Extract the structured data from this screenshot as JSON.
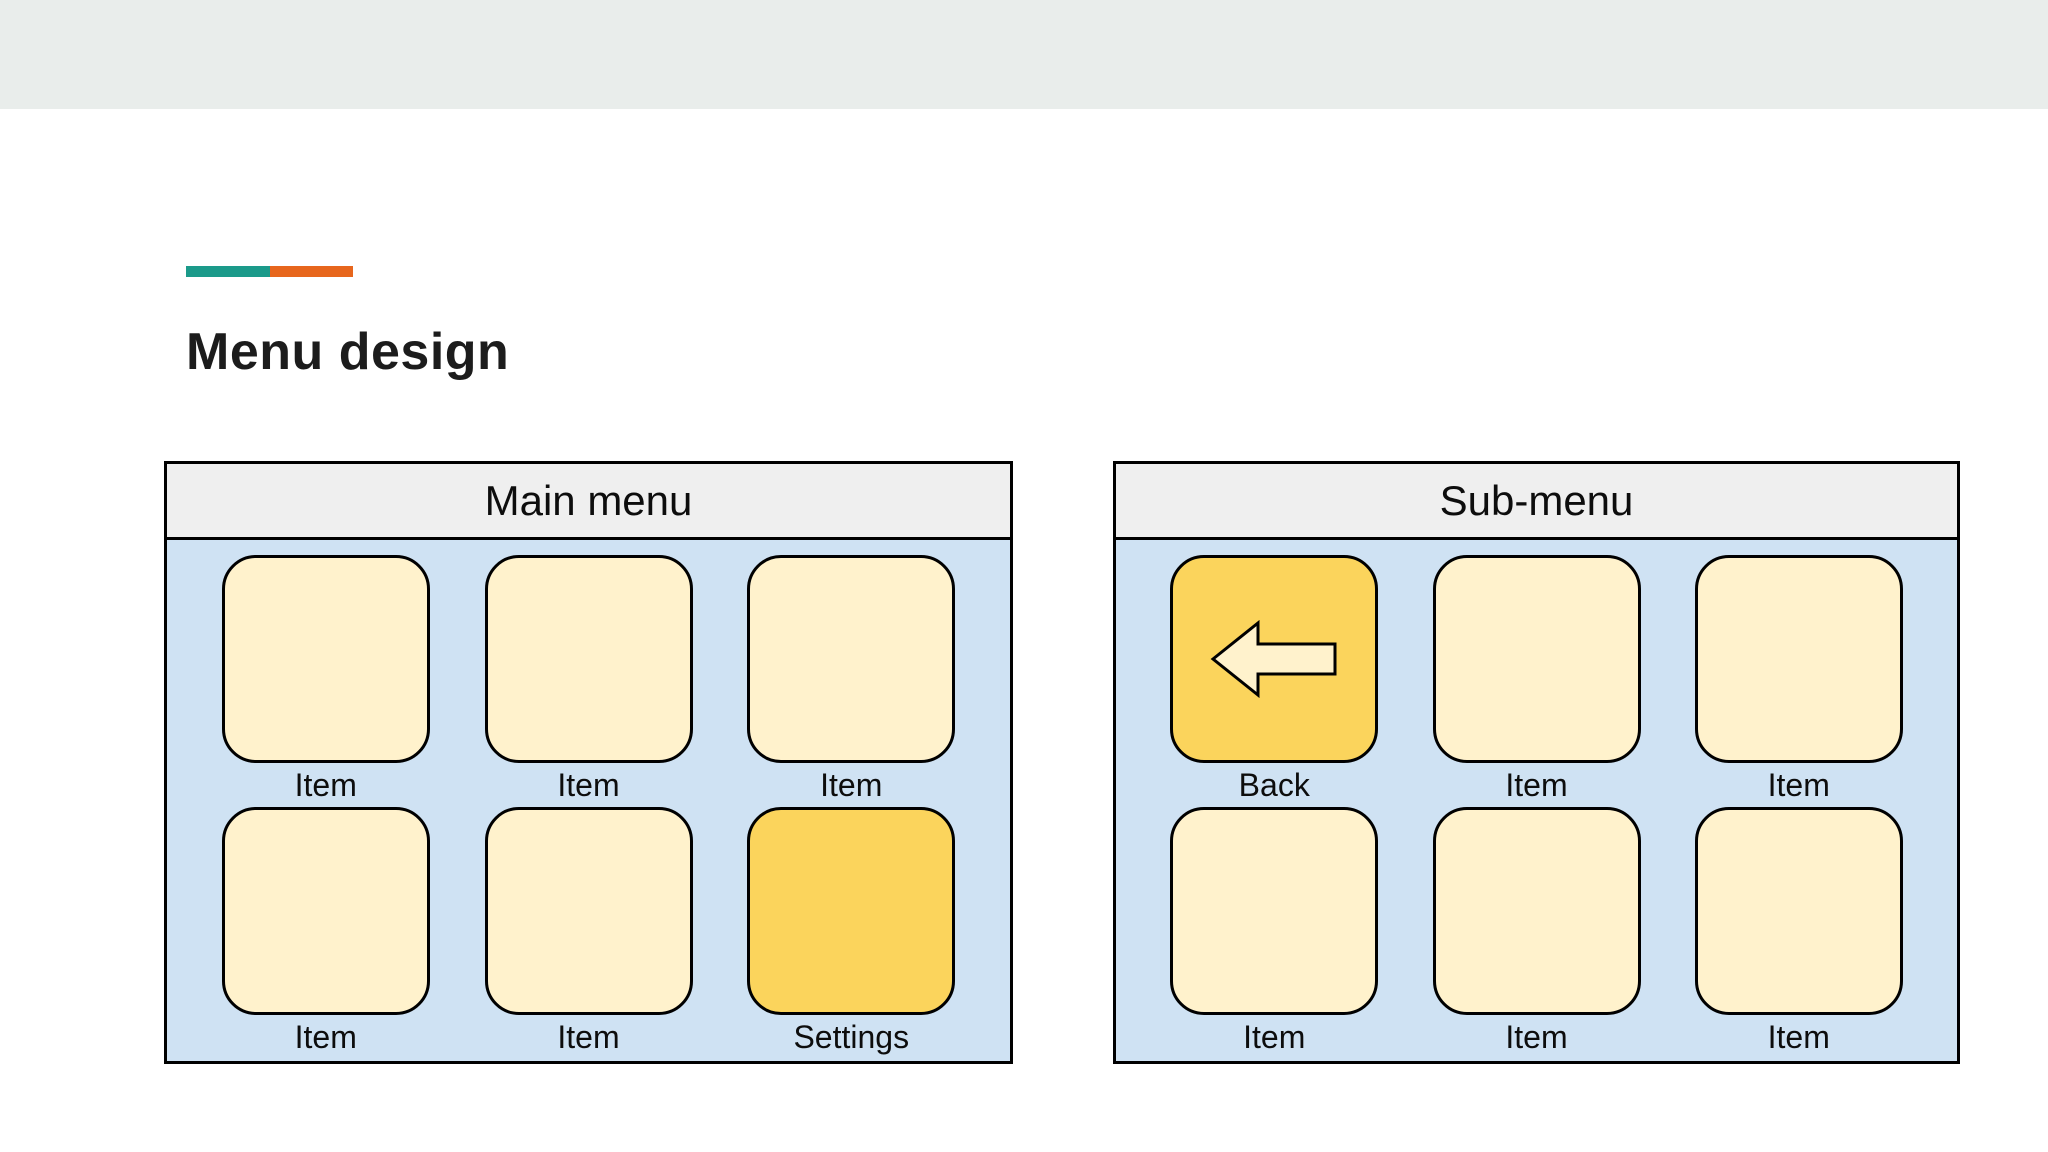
{
  "colors": {
    "top_band": "#e9edeb",
    "accent_teal": "#1b9a8a",
    "accent_orange": "#e7661d",
    "panel_header_bg": "#efefef",
    "panel_body_bg": "#cfe2f3",
    "tile_bg": "#fff2cc",
    "tile_highlight_bg": "#fbd45c",
    "outline": "#000000"
  },
  "heading": {
    "text": "Menu design"
  },
  "panels": [
    {
      "title": "Main menu",
      "rows": [
        [
          {
            "label": "Item"
          },
          {
            "label": "Item"
          },
          {
            "label": "Item"
          }
        ],
        [
          {
            "label": "Item"
          },
          {
            "label": "Item"
          },
          {
            "label": "Settings",
            "highlighted": true
          }
        ]
      ]
    },
    {
      "title": "Sub-menu",
      "rows": [
        [
          {
            "label": "Back",
            "highlighted": true,
            "icon": "left-arrow"
          },
          {
            "label": "Item"
          },
          {
            "label": "Item"
          }
        ],
        [
          {
            "label": "Item"
          },
          {
            "label": "Item"
          },
          {
            "label": "Item"
          }
        ]
      ]
    }
  ]
}
